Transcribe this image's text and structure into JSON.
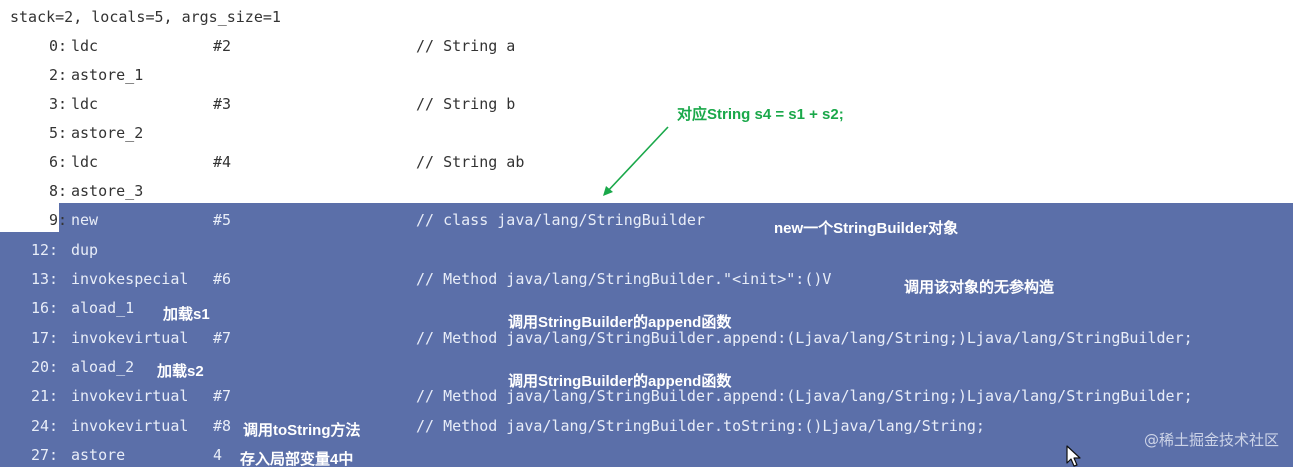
{
  "header": "stack=2, locals=5, args_size=1",
  "lines": [
    {
      "offset": " 0:",
      "op": "ldc",
      "arg": "#2",
      "comment": "// String a"
    },
    {
      "offset": " 2:",
      "op": "astore_1",
      "arg": "",
      "comment": ""
    },
    {
      "offset": " 3:",
      "op": "ldc",
      "arg": "#3",
      "comment": "// String b"
    },
    {
      "offset": " 5:",
      "op": "astore_2",
      "arg": "",
      "comment": ""
    },
    {
      "offset": " 6:",
      "op": "ldc",
      "arg": "#4",
      "comment": "// String ab"
    },
    {
      "offset": " 8:",
      "op": "astore_3",
      "arg": "",
      "comment": ""
    },
    {
      "offset": " 9:",
      "op": "new",
      "arg": "#5",
      "comment": "// class java/lang/StringBuilder"
    },
    {
      "offset": "12:",
      "op": "dup",
      "arg": "",
      "comment": ""
    },
    {
      "offset": "13:",
      "op": "invokespecial",
      "arg": "#6",
      "comment": "// Method java/lang/StringBuilder.\"<init>\":()V"
    },
    {
      "offset": "16:",
      "op": "aload_1",
      "arg": "",
      "comment": ""
    },
    {
      "offset": "17:",
      "op": "invokevirtual",
      "arg": "#7",
      "comment": "// Method java/lang/StringBuilder.append:(Ljava/lang/String;)Ljava/lang/StringBuilder;"
    },
    {
      "offset": "20:",
      "op": "aload_2",
      "arg": "",
      "comment": ""
    },
    {
      "offset": "21:",
      "op": "invokevirtual",
      "arg": "#7",
      "comment": "// Method java/lang/StringBuilder.append:(Ljava/lang/String;)Ljava/lang/StringBuilder;"
    },
    {
      "offset": "24:",
      "op": "invokevirtual",
      "arg": "#8",
      "comment": "// Method java/lang/StringBuilder.toString:()Ljava/lang/String;"
    },
    {
      "offset": "27:",
      "op": "astore",
      "arg": "4",
      "comment": ""
    }
  ],
  "annotations": {
    "green_note": "对应String s4 = s1 + s2;",
    "new_note": "new一个StringBuilder对象",
    "init_note": "调用该对象的无参构造",
    "load_s1": "加载s1",
    "append_note_1": "调用StringBuilder的append函数",
    "load_s2": "加载s2",
    "append_note_2": "调用StringBuilder的append函数",
    "tostring_note": "调用toString方法",
    "store_note": "存入局部变量4中"
  },
  "watermark": "@稀土掘金技术社区",
  "colors": {
    "selection": "#5b6fa9",
    "annotation_green": "#1aa84a",
    "text": "#333333"
  },
  "icons": {
    "arrow": "green-arrow-icon",
    "cursor": "mouse-cursor-icon"
  }
}
